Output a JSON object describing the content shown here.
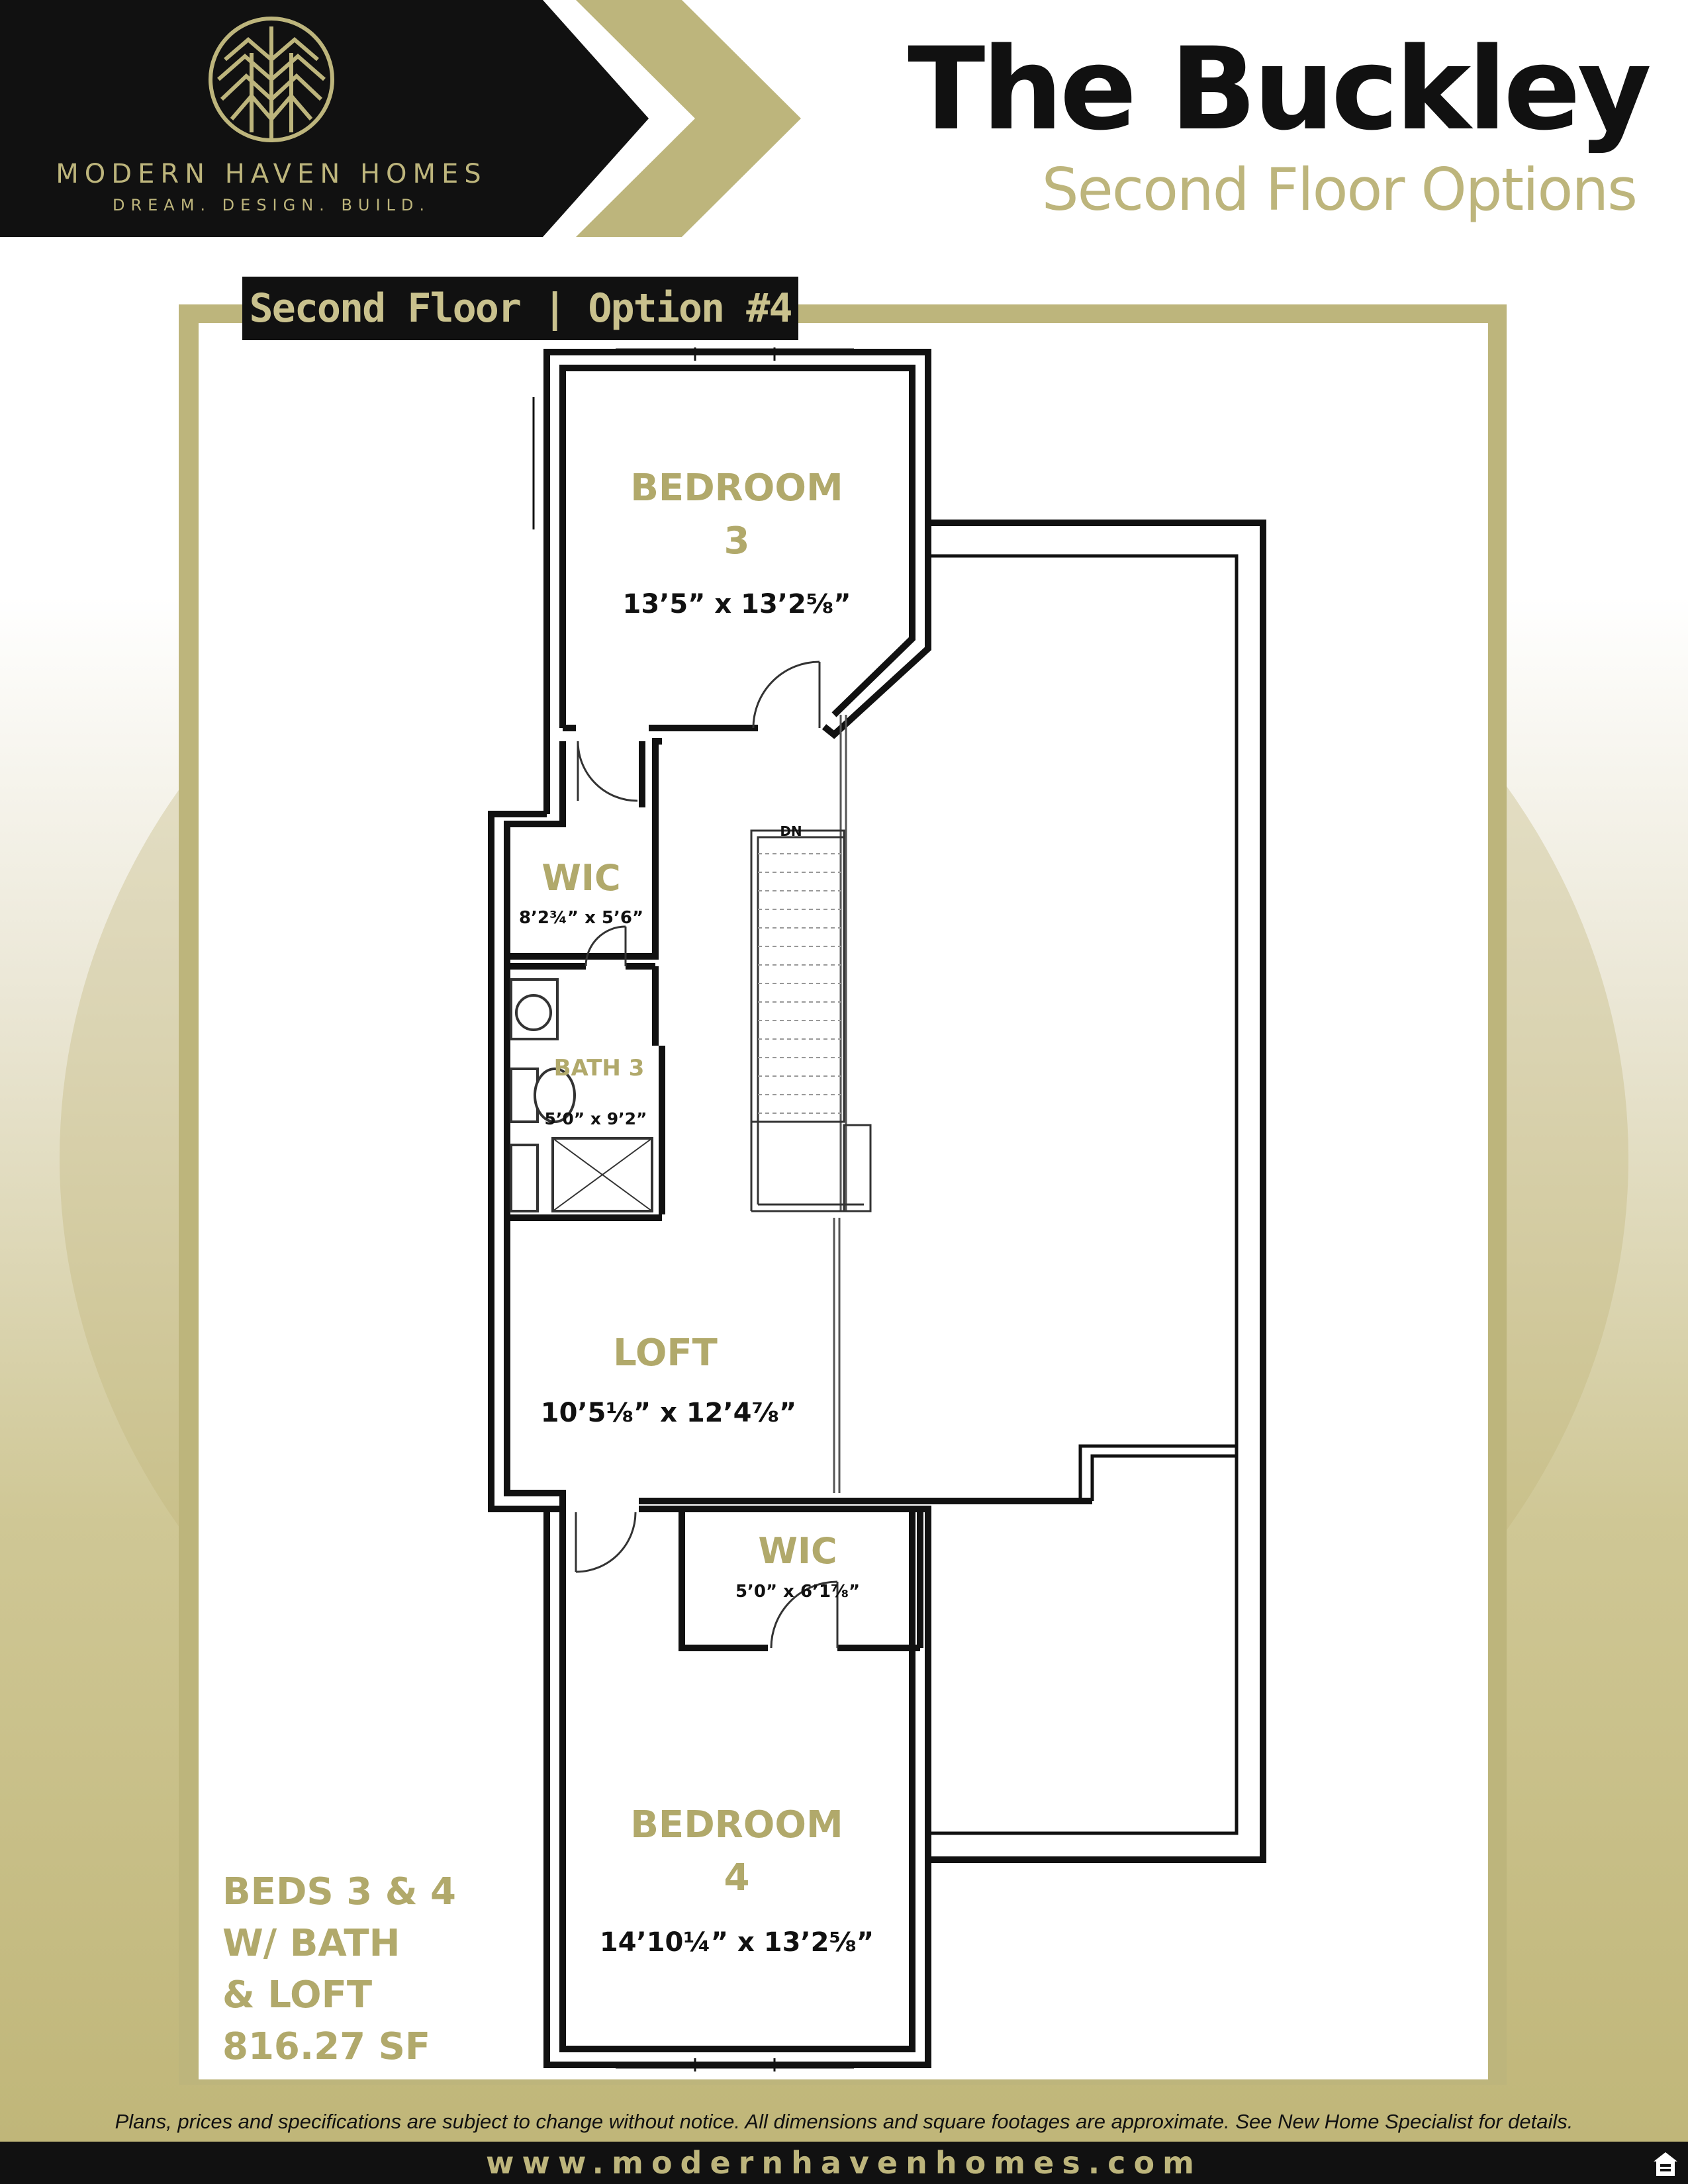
{
  "brand": {
    "name": "MODERN HAVEN HOMES",
    "tagline": "DREAM. DESIGN. BUILD."
  },
  "header": {
    "title": "The Buckley",
    "subtitle": "Second Floor Options"
  },
  "option_tab": "Second Floor | Option #4",
  "rooms": {
    "bedroom3": {
      "name": "BEDROOM",
      "number": "3",
      "dims": "13’5” x 13’2⅝”"
    },
    "wic_upper": {
      "name": "WIC",
      "dims": "8’2¾” x 5’6”"
    },
    "bath3": {
      "name": "BATH 3",
      "dims": "5’0” x 9’2”"
    },
    "stairs": {
      "label": "DN"
    },
    "loft": {
      "name": "LOFT",
      "dims": "10’5⅛” x 12’4⅞”"
    },
    "wic_lower": {
      "name": "WIC",
      "dims": "5’0” x 6’1⅞”"
    },
    "bedroom4": {
      "name": "BEDROOM",
      "number": "4",
      "dims": "14’10¼” x 13’2⅝”"
    }
  },
  "summary": {
    "line1": "BEDS 3 & 4",
    "line2": "W/ BATH",
    "line3": "& LOFT",
    "line4": "816.27 SF"
  },
  "footer": {
    "disclaimer": "Plans, prices and specifications are subject to change without notice. All dimensions and square footages are approximate. See New Home Specialist for details.",
    "url": "www.modernhavenhomes.com",
    "equal_housing_icon": "equal-housing-opportunity-icon"
  },
  "colors": {
    "gold": "#bdb57c",
    "label_gold": "#b1a96b",
    "black": "#111111"
  }
}
